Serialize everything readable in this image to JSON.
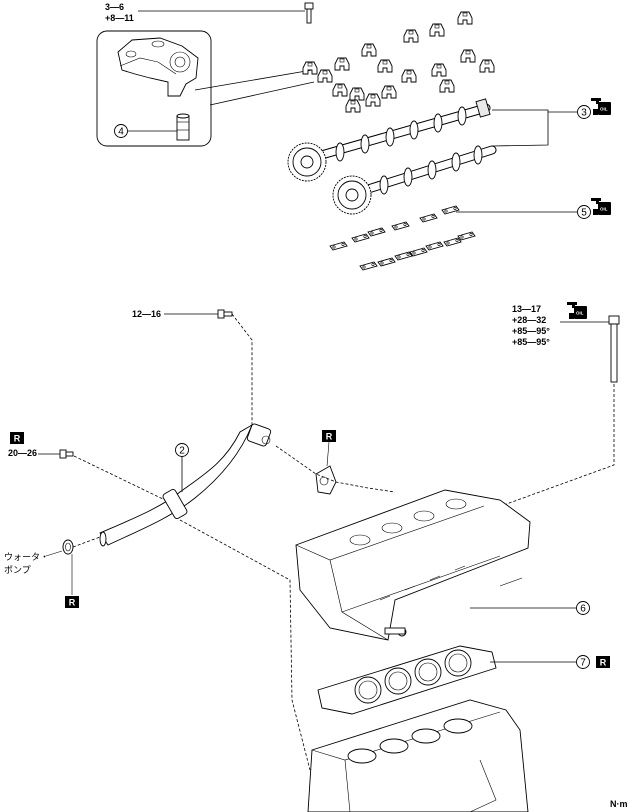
{
  "torque": {
    "cap_bolt": [
      "3—6",
      "+8—11"
    ],
    "pipe_bolt": "12—16",
    "water_pump_bolt": "20—26",
    "head_bolt": [
      "13—17",
      "+28—32",
      "+85—95°",
      "+85—95°"
    ]
  },
  "callouts": {
    "c2": "2",
    "c3": "3",
    "c4": "4",
    "c5": "5",
    "c6": "6",
    "c7": "7"
  },
  "labels": {
    "water_pump": [
      "ウォータ・",
      "ポンプ"
    ],
    "unit": "N·m"
  },
  "badges": {
    "replace": "R",
    "oil": "OIL"
  }
}
